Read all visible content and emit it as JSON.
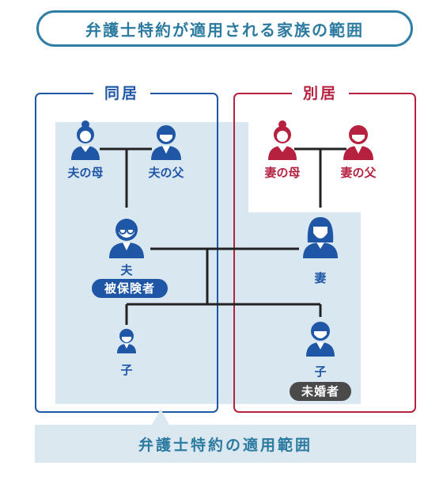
{
  "title": "弁護士特約が適用される家族の範囲",
  "groups": {
    "same_household": "同居",
    "separate_household": "別居"
  },
  "people": {
    "husband_mother": "夫の母",
    "husband_father": "夫の父",
    "husband": "夫",
    "wife_mother": "妻の母",
    "wife_father": "妻の父",
    "wife": "妻",
    "child_same": "子",
    "child_separate": "子"
  },
  "badges": {
    "insured": "被保険者",
    "unmarried": "未婚者"
  },
  "footer": "弁護士特約の適用範囲",
  "colors": {
    "blue": "#1f57a6",
    "red": "#b5213f",
    "teal": "#2b7aa0",
    "scope_fill": "#d9e7f0",
    "badge_dark": "#4a4a4a"
  }
}
